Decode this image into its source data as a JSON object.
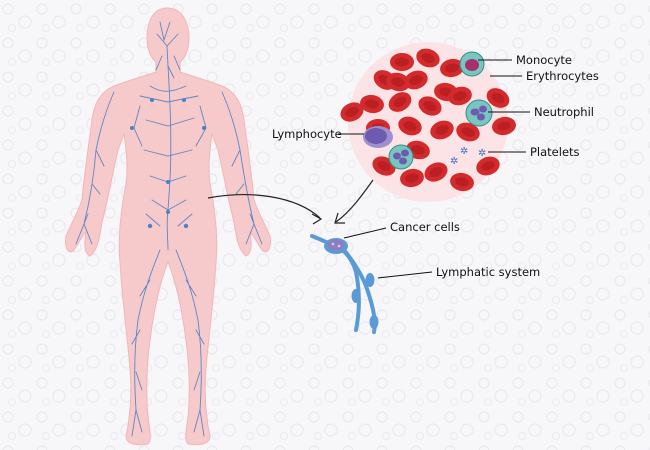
{
  "labels": {
    "monocyte": "Monocyte",
    "erythrocytes": "Erythrocytes",
    "neutrophil": "Neutrophil",
    "lymphocyte": "Lymphocyte",
    "platelets": "Platelets",
    "cancer_cells": "Cancer cells",
    "lymphatic_system": "Lymphatic system"
  },
  "colors": {
    "background": "#f7f6f9",
    "body_fill": "#f6c9cb",
    "lymph_vessels": "#4f7fc2",
    "blood_plasma": "#fbe3e6",
    "erythrocyte": "#d42a2c",
    "lymphatic_vessel": "#5b9bd5",
    "cancer_cell": "#8f7dc0"
  },
  "icons": [
    "human-body-silhouette",
    "blood-sample-circle",
    "lymph-node-vessel"
  ]
}
